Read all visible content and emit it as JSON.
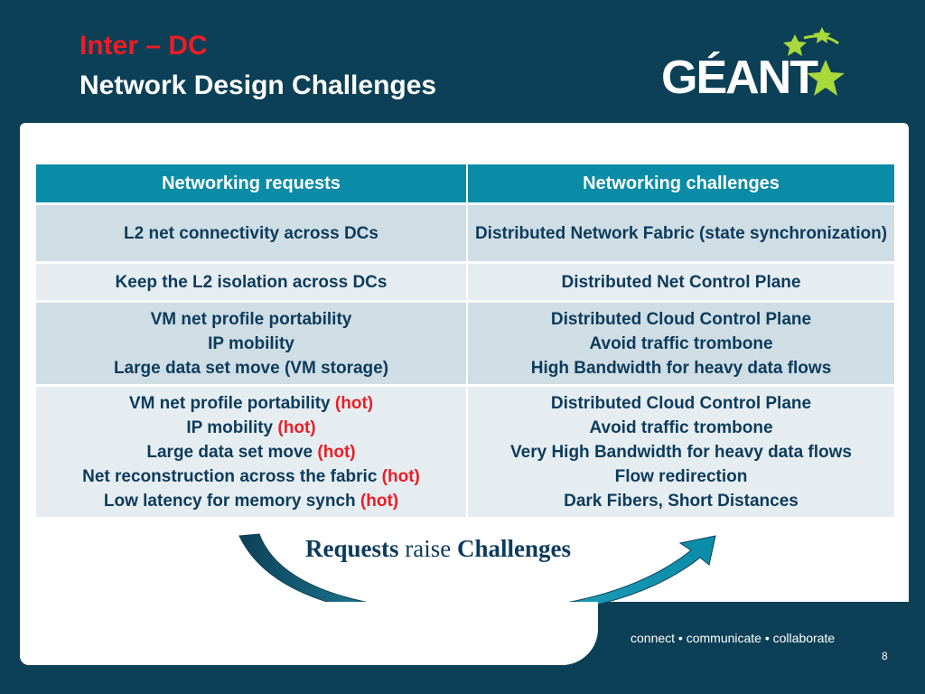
{
  "slide": {
    "title_line1": "Inter – DC",
    "title_line2": "Network Design Challenges",
    "logo_text": "GÉANT",
    "footer": "connect • communicate • collaborate",
    "page_number": "8"
  },
  "table": {
    "headers": [
      "Networking requests",
      "Networking challenges"
    ],
    "rows": [
      {
        "requests": [
          {
            "text": "L2 net connectivity across DCs",
            "hot": ""
          }
        ],
        "challenges": [
          "Distributed Network Fabric (state synchronization)"
        ]
      },
      {
        "requests": [
          {
            "text": "Keep the L2 isolation across DCs",
            "hot": ""
          }
        ],
        "challenges": [
          "Distributed Net Control Plane"
        ]
      },
      {
        "requests": [
          {
            "text": "VM net profile portability",
            "hot": ""
          },
          {
            "text": "IP mobility",
            "hot": ""
          },
          {
            "text": "Large data set move (VM storage)",
            "hot": ""
          }
        ],
        "challenges": [
          "Distributed Cloud Control Plane",
          "Avoid  traffic trombone",
          "High Bandwidth for heavy data flows"
        ]
      },
      {
        "requests": [
          {
            "text": "VM net profile portability ",
            "hot": "(hot)"
          },
          {
            "text": "IP mobility ",
            "hot": "(hot)"
          },
          {
            "text": "Large data set move ",
            "hot": "(hot)"
          },
          {
            "text": "Net  reconstruction across the fabric ",
            "hot": "(hot)"
          },
          {
            "text": "Low latency for memory synch ",
            "hot": "(hot)"
          }
        ],
        "challenges": [
          "Distributed Cloud Control Plane",
          "Avoid  traffic trombone",
          "Very High Bandwidth for heavy data flows",
          "Flow redirection",
          "Dark Fibers, Short Distances"
        ]
      }
    ]
  },
  "tagline": {
    "part1": "Requests",
    "part2": " raise ",
    "part3": "Challenges"
  },
  "colors": {
    "background": "#0c4057",
    "header_cell": "#0a8ba6",
    "accent_red": "#ee1c25",
    "text_dark": "#0c3b5c",
    "logo_star": "#a8d83a"
  }
}
